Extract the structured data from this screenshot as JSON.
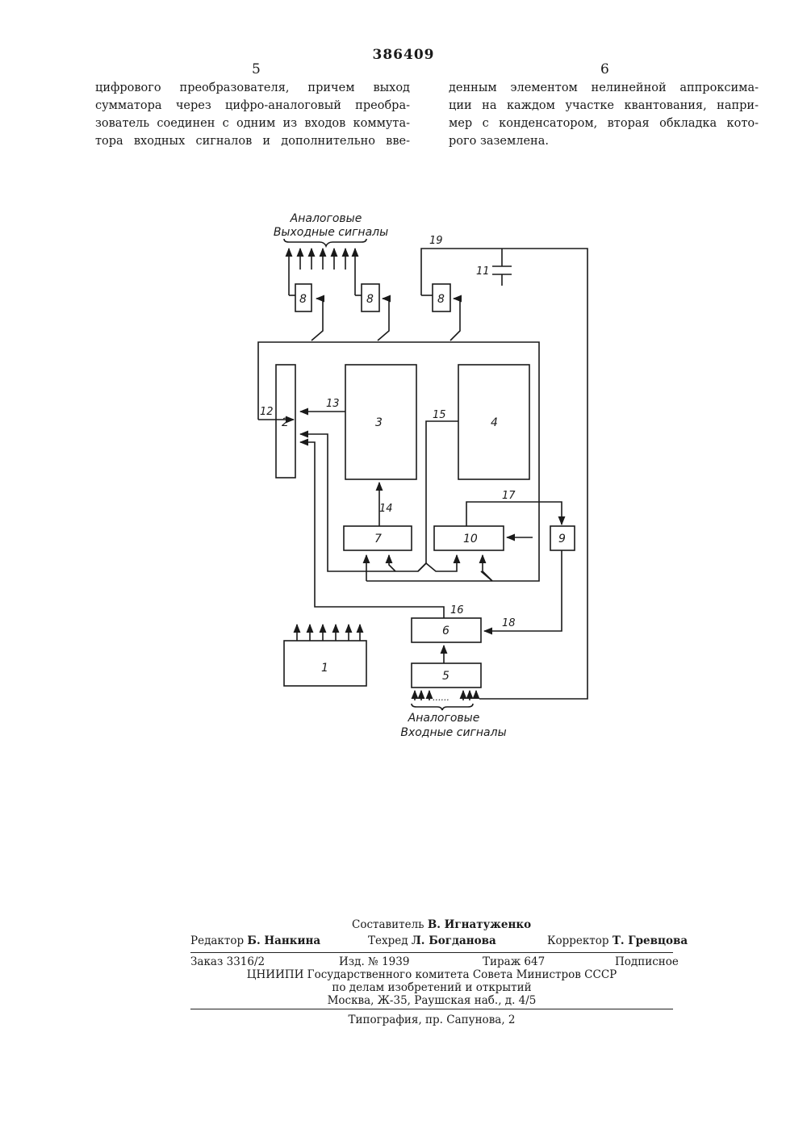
{
  "header": {
    "patent_number": "386409",
    "left_column_number": "5",
    "right_column_number": "6"
  },
  "text": {
    "left_lines": [
      "цифрового преобразователя, причем выход",
      "сумматора через цифро-аналоговый преобра-",
      "зователь соединен с одним из входов коммута-",
      "тора входных сигналов и дополнительно вве-"
    ],
    "right_lines": [
      "денным элементом нелинейной аппроксима-",
      "ции на каждом участке квантования, напри-",
      "мер с конденсатором, вторая обкладка кото-",
      "рого заземлена."
    ]
  },
  "diagram": {
    "output_label_1": "Аналоговые",
    "output_label_2": "Выходные сигналы",
    "input_label_1": "Аналоговые",
    "input_label_2": "Входные сигналы",
    "blocks": {
      "b1": "1",
      "b2": "2",
      "b3": "3",
      "b4": "4",
      "b5": "5",
      "b6": "6",
      "b7": "7",
      "b8": "8",
      "b9": "9",
      "b10": "10",
      "b11": "11"
    },
    "wires": {
      "w12": "12",
      "w13": "13",
      "w14": "14",
      "w15": "15",
      "w16": "16",
      "w17": "17",
      "w18": "18",
      "w19": "19"
    },
    "input_dots": "......"
  },
  "imprint": {
    "composer_label": "Составитель",
    "composer_name": "В. Игнатуженко",
    "editor_label": "Редактор",
    "editor_name": "Б. Нанкина",
    "techred_label": "Техред",
    "techred_name": "Л. Богданова",
    "corrector_label": "Корректор",
    "corrector_name": "Т. Гревцова",
    "order": "Заказ 3316/2",
    "edition": "Изд. № 1939",
    "circulation": "Тираж 647",
    "subscription": "Подписное",
    "institute": "ЦНИИПИ Государственного комитета Совета Министров СССР",
    "affairs": "по делам изобретений и открытий",
    "address": "Москва, Ж-35, Раушская наб., д. 4/5",
    "printer": "Типография, пр. Сапунова, 2"
  }
}
